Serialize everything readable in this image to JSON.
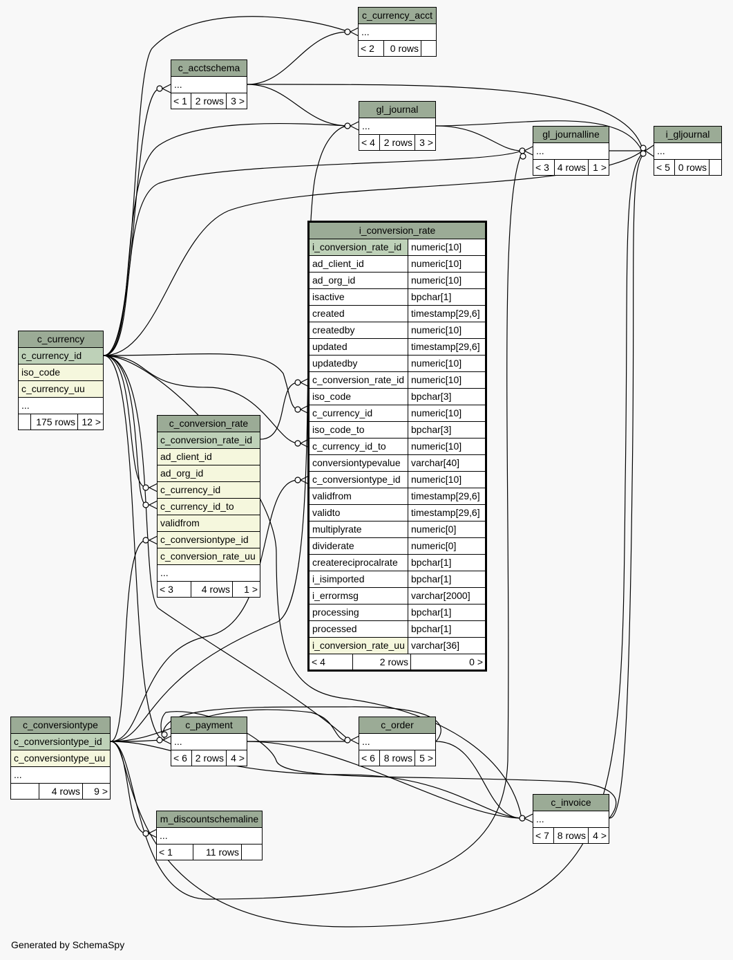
{
  "footer": "Generated by SchemaSpy",
  "tables": {
    "c_currency_acct": {
      "name": "c_currency_acct",
      "columns": [
        "..."
      ],
      "parents": "< 2",
      "rows": "0 rows",
      "children": ""
    },
    "c_acctschema": {
      "name": "c_acctschema",
      "columns": [
        "..."
      ],
      "parents": "< 1",
      "rows": "2 rows",
      "children": "3 >"
    },
    "gl_journal": {
      "name": "gl_journal",
      "columns": [
        "..."
      ],
      "parents": "< 4",
      "rows": "2 rows",
      "children": "3 >"
    },
    "gl_journalline": {
      "name": "gl_journalline",
      "columns": [
        "..."
      ],
      "parents": "< 3",
      "rows": "4 rows",
      "children": "1 >"
    },
    "i_gljournal": {
      "name": "i_gljournal",
      "columns": [
        "..."
      ],
      "parents": "< 5",
      "rows": "0 rows",
      "children": ""
    },
    "c_currency": {
      "name": "c_currency",
      "columns": [
        "c_currency_id",
        "iso_code",
        "c_currency_uu",
        "..."
      ],
      "parents": "",
      "rows": "175 rows",
      "children": "12 >"
    },
    "c_conversion_rate": {
      "name": "c_conversion_rate",
      "columns": [
        "c_conversion_rate_id",
        "ad_client_id",
        "ad_org_id",
        "c_currency_id",
        "c_currency_id_to",
        "validfrom",
        "c_conversiontype_id",
        "c_conversion_rate_uu",
        "..."
      ],
      "parents": "< 3",
      "rows": "4 rows",
      "children": "1 >"
    },
    "i_conversion_rate": {
      "name": "i_conversion_rate",
      "columns": [
        {
          "name": "i_conversion_rate_id",
          "type": "numeric[10]"
        },
        {
          "name": "ad_client_id",
          "type": "numeric[10]"
        },
        {
          "name": "ad_org_id",
          "type": "numeric[10]"
        },
        {
          "name": "isactive",
          "type": "bpchar[1]"
        },
        {
          "name": "created",
          "type": "timestamp[29,6]"
        },
        {
          "name": "createdby",
          "type": "numeric[10]"
        },
        {
          "name": "updated",
          "type": "timestamp[29,6]"
        },
        {
          "name": "updatedby",
          "type": "numeric[10]"
        },
        {
          "name": "c_conversion_rate_id",
          "type": "numeric[10]"
        },
        {
          "name": "iso_code",
          "type": "bpchar[3]"
        },
        {
          "name": "c_currency_id",
          "type": "numeric[10]"
        },
        {
          "name": "iso_code_to",
          "type": "bpchar[3]"
        },
        {
          "name": "c_currency_id_to",
          "type": "numeric[10]"
        },
        {
          "name": "conversiontypevalue",
          "type": "varchar[40]"
        },
        {
          "name": "c_conversiontype_id",
          "type": "numeric[10]"
        },
        {
          "name": "validfrom",
          "type": "timestamp[29,6]"
        },
        {
          "name": "validto",
          "type": "timestamp[29,6]"
        },
        {
          "name": "multiplyrate",
          "type": "numeric[0]"
        },
        {
          "name": "dividerate",
          "type": "numeric[0]"
        },
        {
          "name": "createreciprocalrate",
          "type": "bpchar[1]"
        },
        {
          "name": "i_isimported",
          "type": "bpchar[1]"
        },
        {
          "name": "i_errormsg",
          "type": "varchar[2000]"
        },
        {
          "name": "processing",
          "type": "bpchar[1]"
        },
        {
          "name": "processed",
          "type": "bpchar[1]"
        },
        {
          "name": "i_conversion_rate_uu",
          "type": "varchar[36]"
        }
      ],
      "parents": "< 4",
      "rows": "2 rows",
      "children": "0 >"
    },
    "c_conversiontype": {
      "name": "c_conversiontype",
      "columns": [
        "c_conversiontype_id",
        "c_conversiontype_uu",
        "..."
      ],
      "parents": "",
      "rows": "4 rows",
      "children": "9 >"
    },
    "c_payment": {
      "name": "c_payment",
      "columns": [
        "..."
      ],
      "parents": "< 6",
      "rows": "2 rows",
      "children": "4 >"
    },
    "c_order": {
      "name": "c_order",
      "columns": [
        "..."
      ],
      "parents": "< 6",
      "rows": "8 rows",
      "children": "5 >"
    },
    "m_discountschemaline": {
      "name": "m_discountschemaline",
      "columns": [
        "..."
      ],
      "parents": "< 1",
      "rows": "11 rows",
      "children": ""
    },
    "c_invoice": {
      "name": "c_invoice",
      "columns": [
        "..."
      ],
      "parents": "< 7",
      "rows": "8 rows",
      "children": "4 >"
    }
  }
}
